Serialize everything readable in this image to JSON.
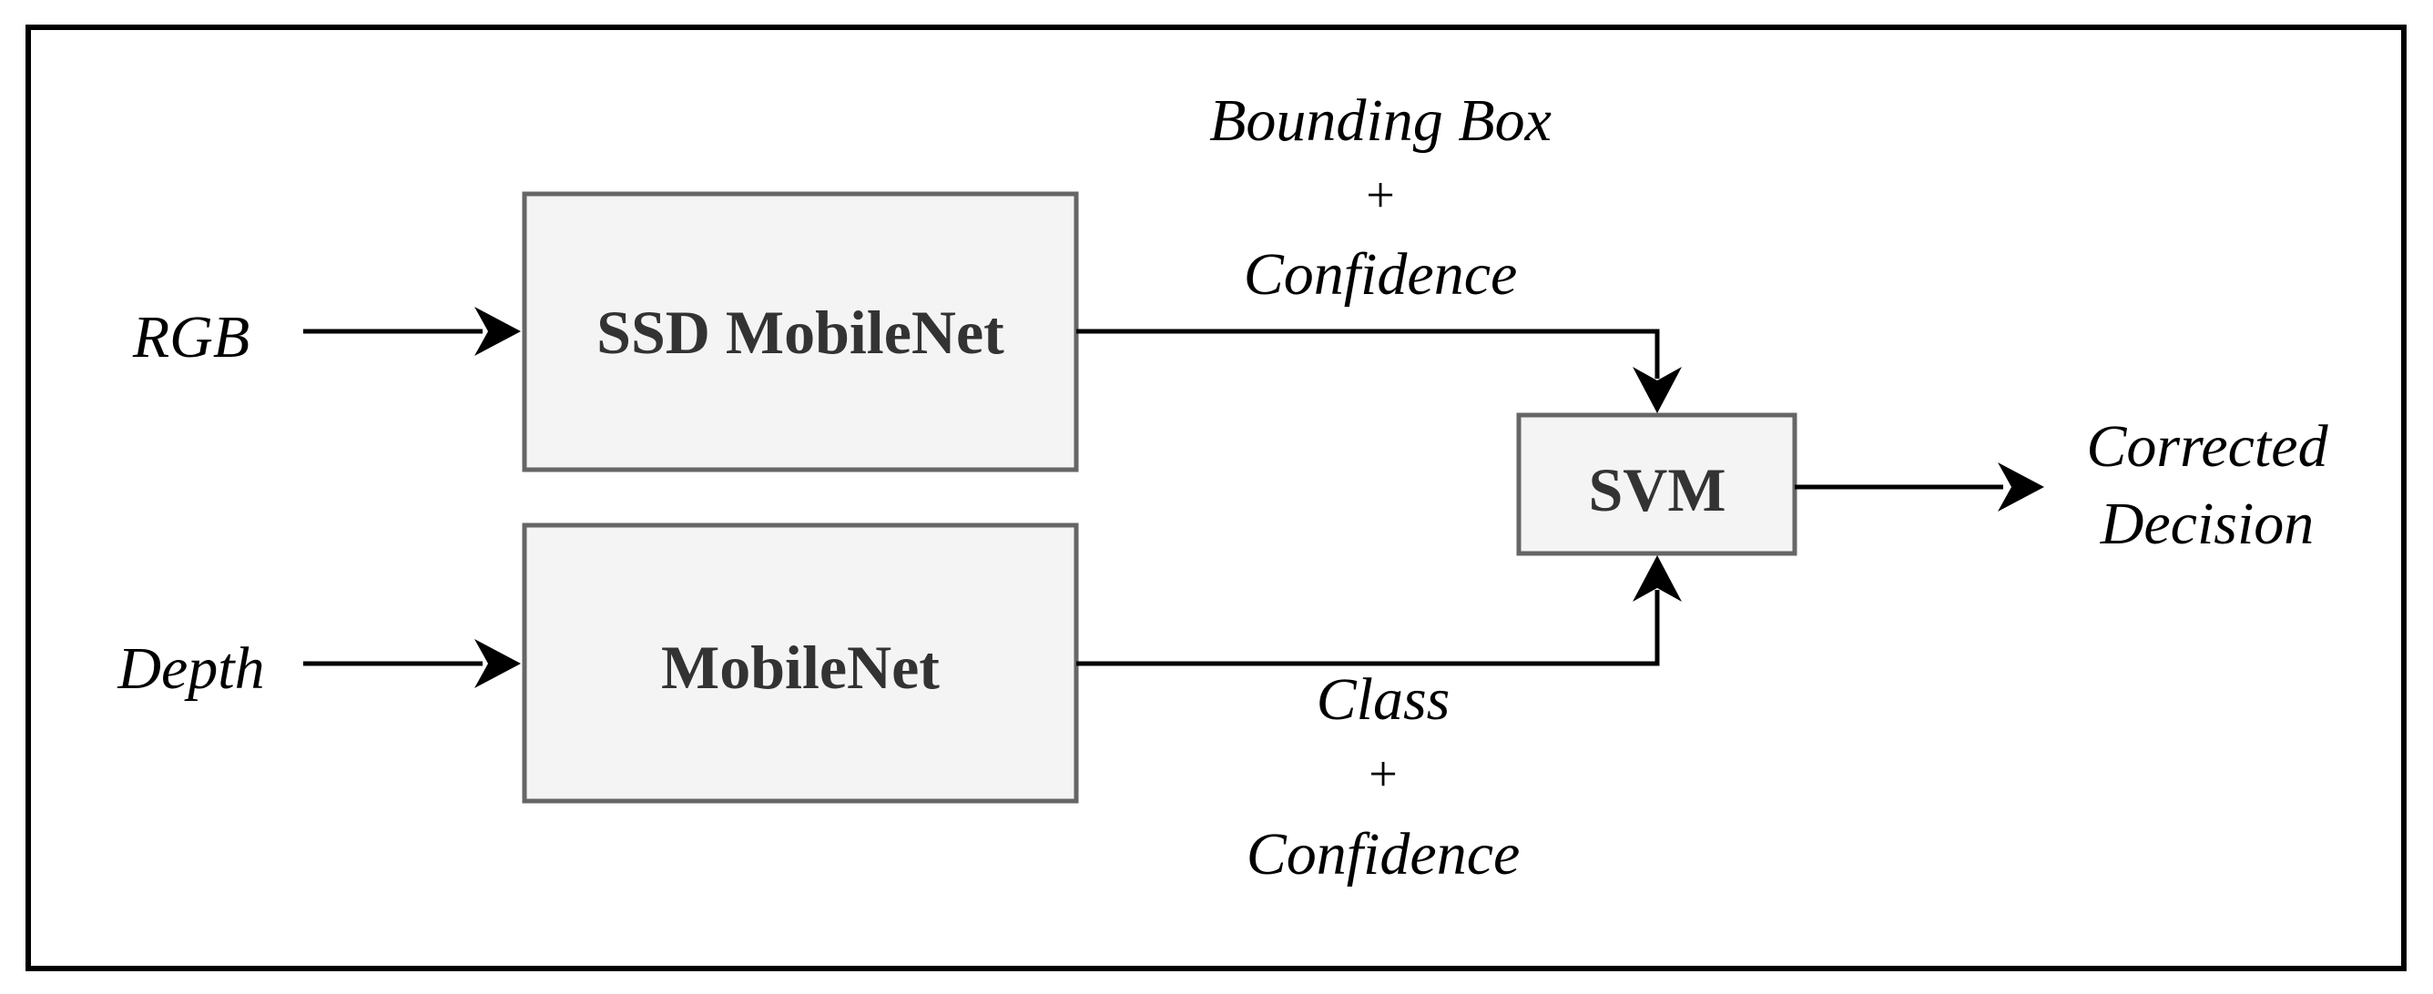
{
  "inputs": {
    "rgb": "RGB",
    "depth": "Depth"
  },
  "nodes": {
    "ssd_mobilenet": "SSD MobileNet",
    "mobilenet": "MobileNet",
    "svm": "SVM"
  },
  "edges": {
    "top": {
      "line1": "Bounding Box",
      "line2": "+",
      "line3": "Confidence"
    },
    "bottom": {
      "line1": "Class",
      "line2": "+",
      "line3": "Confidence"
    }
  },
  "output": {
    "line1": "Corrected",
    "line2": "Decision"
  },
  "colors": {
    "box_fill": "#f4f4f4",
    "box_stroke": "#666666",
    "box_text": "#333333",
    "line": "#000000",
    "frame": "#000000"
  }
}
